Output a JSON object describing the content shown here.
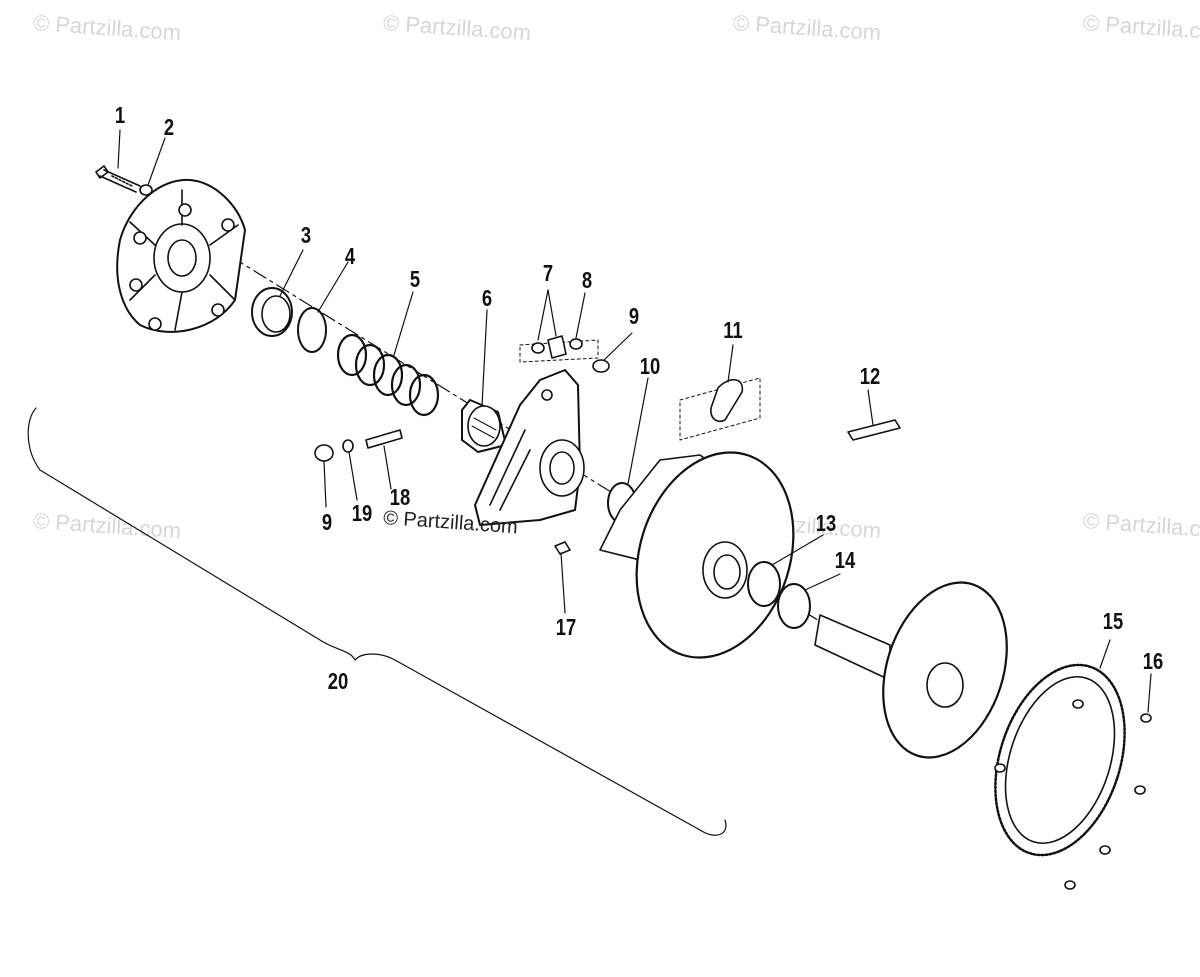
{
  "watermarks": [
    "© Partzilla.com",
    "© Partzilla.com",
    "© Partzilla.com",
    "© Partzilla.com",
    "© Partzilla.com",
    "© Partzilla.com",
    "© Partzilla.com",
    "© Partzilla.com"
  ],
  "copyright": "© Partzilla.com",
  "callouts": [
    "1",
    "2",
    "3",
    "4",
    "5",
    "6",
    "7",
    "8",
    "9",
    "10",
    "11",
    "12",
    "13",
    "14",
    "15",
    "16",
    "17",
    "18",
    "19",
    "9",
    "20"
  ],
  "colors": {
    "ink": "#111111",
    "watermark": "#d6d6d6",
    "background": "#ffffff"
  }
}
